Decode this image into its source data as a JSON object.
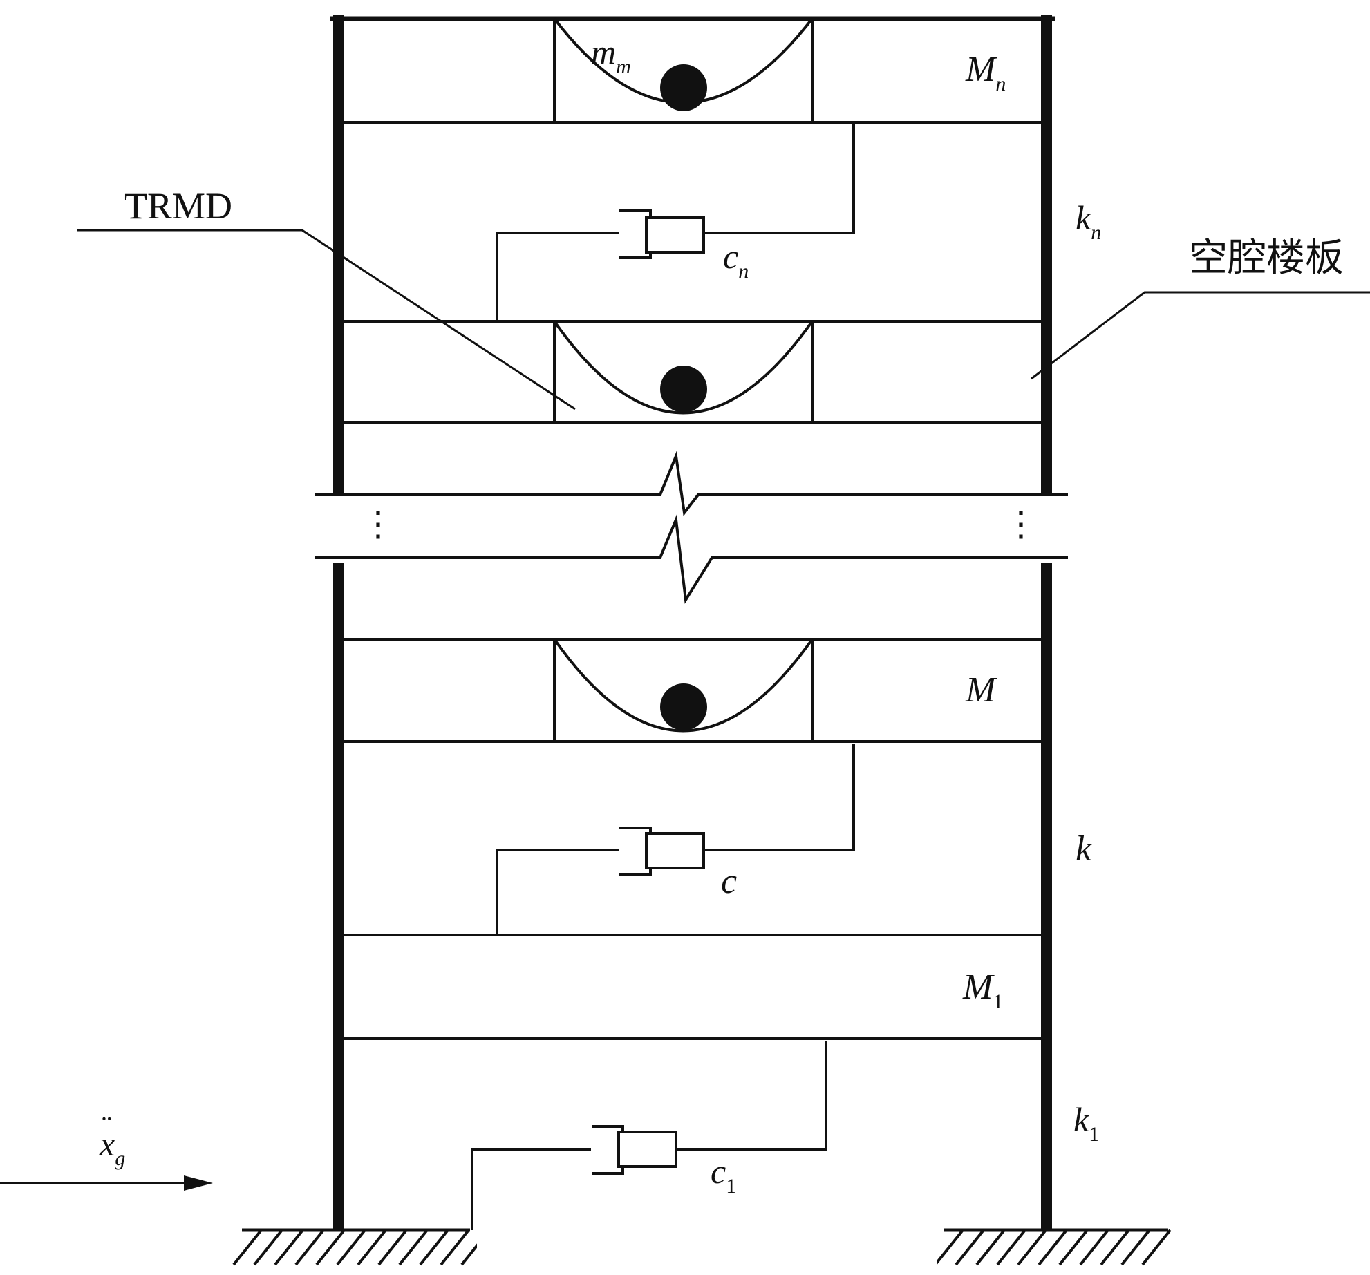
{
  "labels": {
    "top_absorber_mass": {
      "base": "m",
      "sub": "m"
    },
    "top_floor_mass": {
      "base": "M",
      "sub": "n"
    },
    "top_stiffness": {
      "base": "k",
      "sub": "n"
    },
    "top_damping": {
      "base": "c",
      "sub": "n"
    },
    "trmd": "TRMD",
    "hollow_floor": "空腔楼板",
    "mid_floor_mass": "M",
    "mid_stiffness": "k",
    "mid_damping": "c",
    "first_floor_mass": {
      "base": "M",
      "sub": "1"
    },
    "first_stiffness": {
      "base": "k",
      "sub": "1"
    },
    "first_damping": {
      "base": "c",
      "sub": "1"
    },
    "ground_acceleration": {
      "base": "x",
      "sub": "g",
      "accent": "¨"
    },
    "ellipsis_left": "⋮",
    "ellipsis_right": "⋮"
  }
}
